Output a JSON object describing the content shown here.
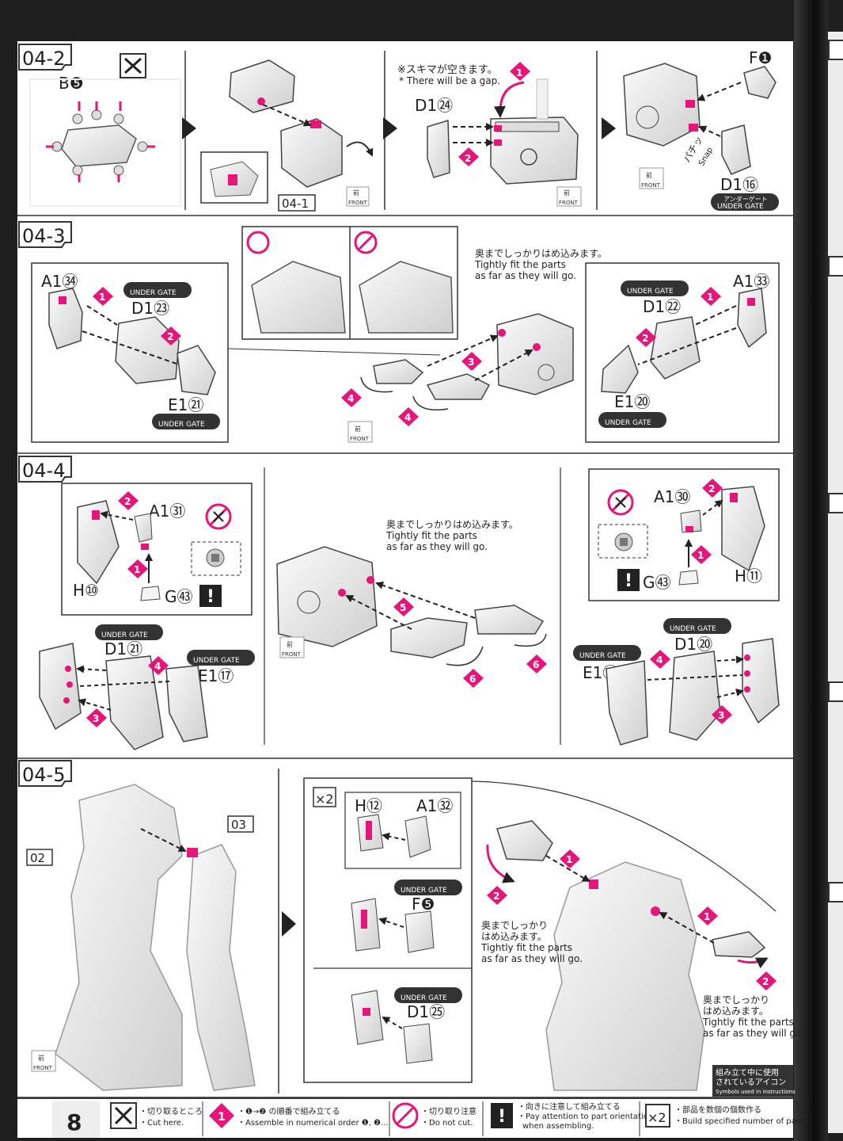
{
  "page_number": "8",
  "steps": {
    "s042": {
      "label": "04-2",
      "part_b5": "B❺",
      "note_jp": "※スキマが空きます。",
      "note_en": "* There will be a gap.",
      "part_d124": "D1㉔",
      "part_f1": "F❶",
      "part_d116": "D1⑯",
      "ref_041": "04-1",
      "snap_jp": "パチッ",
      "snap_en": "Snap",
      "under_gate_jp": "アンダーゲート",
      "under_gate_en": "UNDER GATE",
      "front_jp": "前",
      "front_en": "FRONT",
      "num1": "1",
      "num2": "2"
    },
    "s043": {
      "label": "04-3",
      "part_a134": "A1㉞",
      "part_d123": "D1㉓",
      "part_e121": "E1㉑",
      "part_a133": "A1㉝",
      "part_d122": "D1㉒",
      "part_e120": "E1⑳",
      "fit_jp": "奥までしっかりはめ込みます。",
      "fit_en1": "Tightly fit the parts",
      "fit_en2": "as far as they will go.",
      "num1": "1",
      "num2": "2",
      "num3": "3",
      "num4": "4"
    },
    "s044": {
      "label": "04-4",
      "part_a131": "A1㉛",
      "part_h10": "H⑩",
      "part_g43": "G㊸",
      "part_d121": "D1㉑",
      "part_e117": "E1⑰",
      "part_a130": "A1㉚",
      "part_h11": "H⑪",
      "part_d120": "D1⑳",
      "part_e116": "E1⑯",
      "fit_jp": "奥までしっかりはめ込みます。",
      "fit_en1": "Tightly fit the parts",
      "fit_en2": "as far as they will go.",
      "num1": "1",
      "num2": "2",
      "num3": "3",
      "num4": "4",
      "num5": "5",
      "num6": "6",
      "warn": "!"
    },
    "s045": {
      "label": "04-5",
      "ref_02": "02",
      "ref_03": "03",
      "times2": "×2",
      "part_h12": "H⑫",
      "part_a132": "A1㉜",
      "part_f5": "F❺",
      "part_d125": "D1㉕",
      "fit_jp1": "奥までしっかり",
      "fit_jp2": "はめ込みます。",
      "fit_en1": "Tightly fit the parts",
      "fit_en2": "as far as they will go.",
      "num1": "1",
      "num2": "2"
    }
  },
  "legend": {
    "title_jp1": "組み立て中に使用",
    "title_jp2": "されているアイコン",
    "title_en": "Symbols used in instructions",
    "items": [
      {
        "jp": "・切り取るところ",
        "en": "・Cut here."
      },
      {
        "jp": "・❶→❷ の順番で組み立てる",
        "en": "・Assemble in numerical order ❶, ❷..."
      },
      {
        "jp": "・切り取り注意",
        "en": "・Do not cut."
      },
      {
        "jp": "・向きに注意して組み立てる",
        "en": "・Pay attention to part orientation",
        "en2": "when assembling."
      },
      {
        "jp": "・部品を数個の個数作る",
        "en": "・Build specified number of parts."
      }
    ],
    "times2": "×2",
    "one": "1",
    "warn": "!"
  },
  "colors": {
    "accent": "#e6157a",
    "ink": "#222222",
    "part_fill": "#e9e9e9"
  }
}
